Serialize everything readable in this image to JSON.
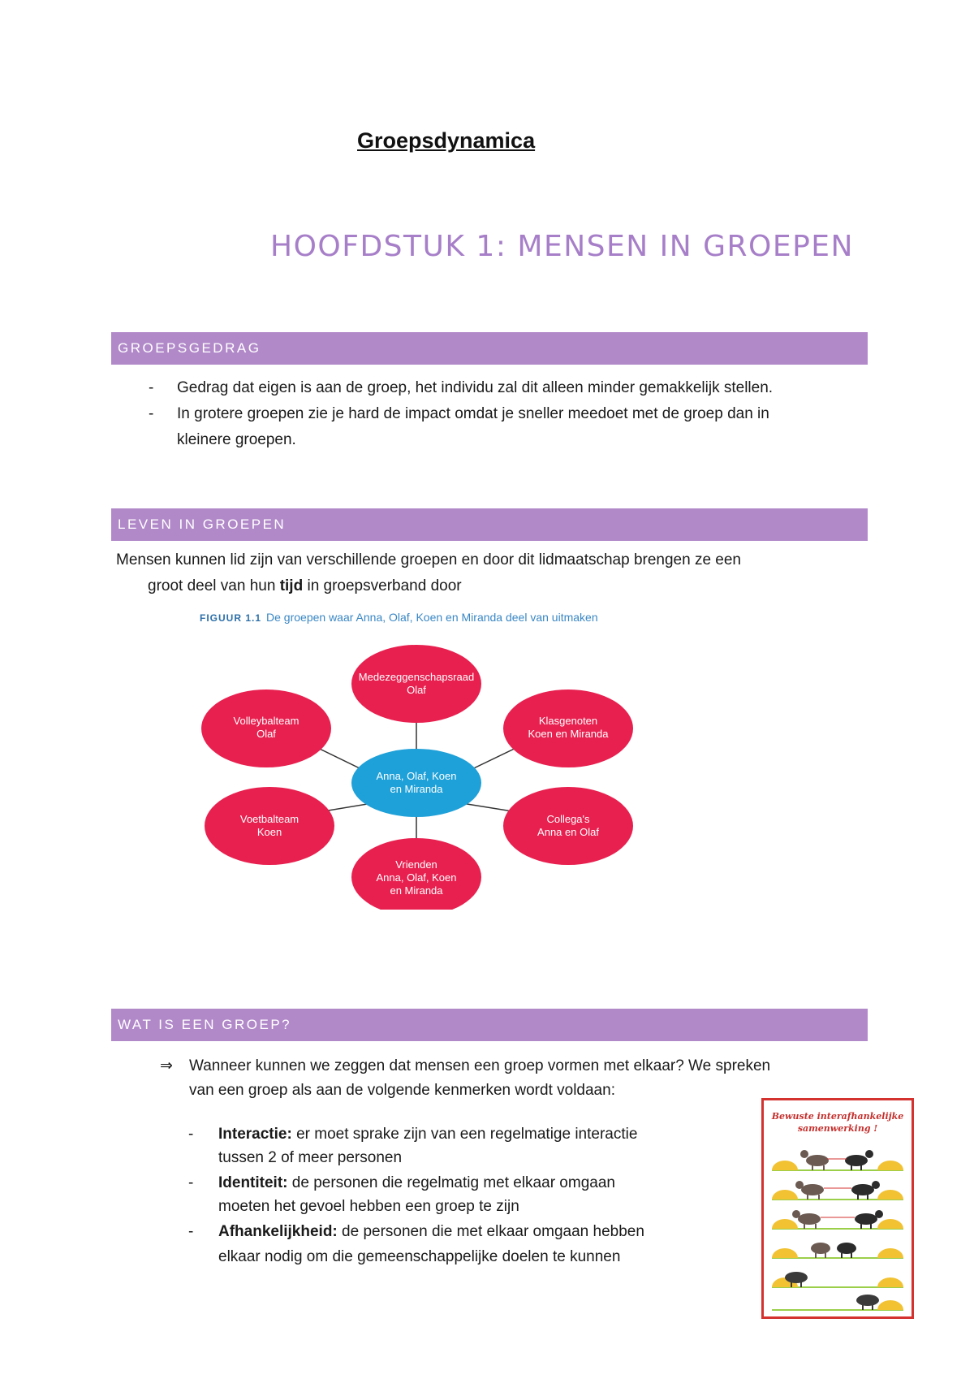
{
  "doc_title": "Groepsdynamica",
  "chapter_title": "HOOFDSTUK 1: MENSEN IN GROEPEN",
  "sections": {
    "groepsgedrag": {
      "heading": "GROEPSGEDRAG",
      "items": [
        {
          "marker": "-",
          "text": "Gedrag dat eigen is aan de groep, het individu zal dit alleen minder gemakkelijk stellen."
        },
        {
          "marker": "-",
          "text": "In grotere groepen zie je hard de impact omdat je sneller meedoet met de groep dan in",
          "text_cont": "kleinere groepen."
        }
      ]
    },
    "leven": {
      "heading": "LEVEN IN GROEPEN",
      "para_line1": "Mensen kunnen lid zijn van verschillende groepen en door dit lidmaatschap brengen ze een",
      "para_line2_pre": "groot deel van hun ",
      "para_line2_bold": "tijd",
      "para_line2_post": " in groepsverband door"
    },
    "wat": {
      "heading": "WAT IS EEN GROEP?",
      "question_marker": "⇒",
      "question_line1": "Wanneer kunnen we zeggen dat mensen een groep vormen met elkaar? We spreken",
      "question_line2": "van een groep als aan de volgende kenmerken wordt voldaan:",
      "features": [
        {
          "marker": "-",
          "term": "Interactie:",
          "line1": " er moet sprake zijn van een regelmatige interactie",
          "line2": "tussen 2 of meer personen"
        },
        {
          "marker": "-",
          "term": "Identiteit:",
          "line1": " de personen die regelmatig met elkaar omgaan",
          "line2": "moeten het gevoel hebben een groep te zijn"
        },
        {
          "marker": "-",
          "term": "Afhankelijkheid:",
          "line1": " de personen die met elkaar omgaan hebben",
          "line2": "elkaar nodig om die gemeenschappelijke doelen te kunnen"
        }
      ]
    }
  },
  "figure": {
    "label": "FIGUUR 1.1",
    "caption": "De groepen waar Anna, Olaf, Koen en Miranda deel van uitmaken",
    "center": {
      "line1": "Anna, Olaf, Koen",
      "line2": "en Miranda"
    },
    "bubbles": [
      {
        "line1": "Medezeggenschapsraad",
        "line2": "Olaf",
        "line3": ""
      },
      {
        "line1": "Klasgenoten",
        "line2": "Koen en Miranda",
        "line3": ""
      },
      {
        "line1": "Collega's",
        "line2": "Anna en Olaf",
        "line3": ""
      },
      {
        "line1": "Vrienden",
        "line2": "Anna, Olaf, Koen",
        "line3": "en Miranda"
      },
      {
        "line1": "Voetbalteam",
        "line2": "Koen",
        "line3": ""
      },
      {
        "line1": "Volleybalteam",
        "line2": "Olaf",
        "line3": ""
      }
    ],
    "colors": {
      "bubble": "#e8204f",
      "center": "#1ea0d8",
      "line": "#333333"
    }
  },
  "poster": {
    "title_line1": "Bewuste interafhankelijke",
    "title_line2": "samenwerking !"
  }
}
